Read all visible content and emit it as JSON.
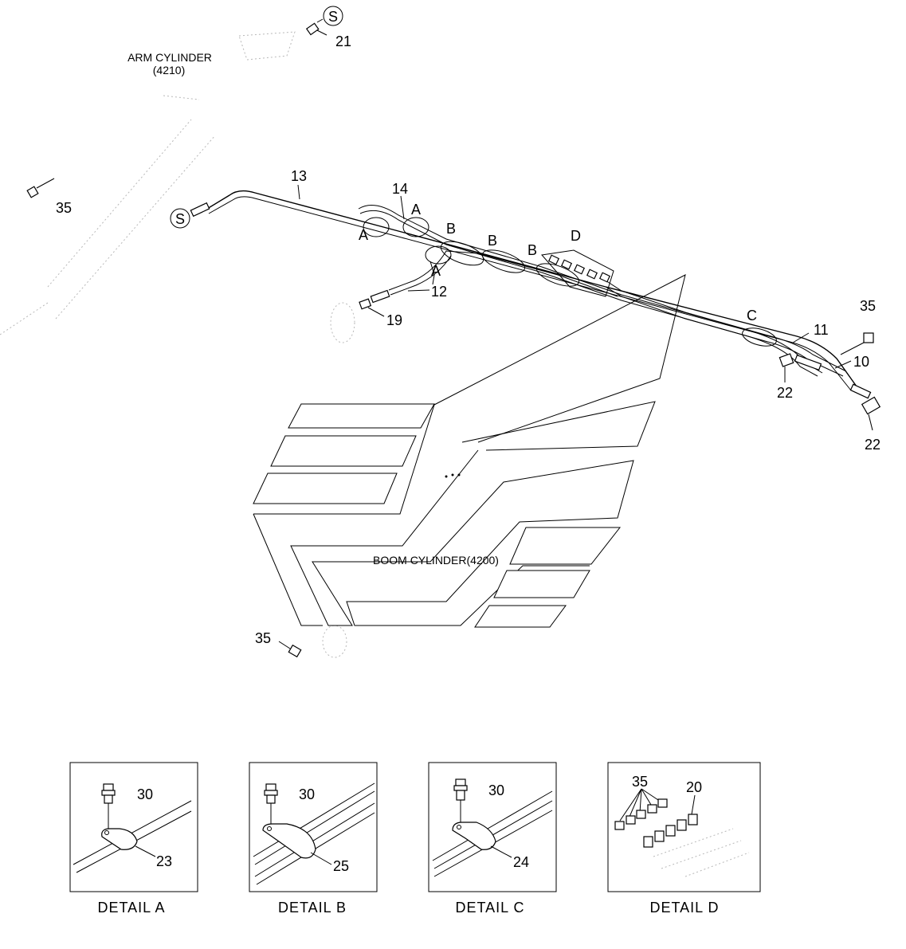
{
  "labels": {
    "arm_cylinder": "ARM CYLINDER",
    "arm_cylinder_code": "(4210)",
    "boom_cylinder": "BOOM CYLINDER(4200)"
  },
  "symbols": {
    "s": "S"
  },
  "part_numbers": {
    "p21": "21",
    "p35_left": "35",
    "p13": "13",
    "p14": "14",
    "p12": "12",
    "p19": "19",
    "p35_right": "35",
    "p11": "11",
    "p10": "10",
    "p22_upper": "22",
    "p22_lower": "22",
    "p35_bottom": "35"
  },
  "callouts": {
    "a1": "A",
    "a2": "A",
    "a3": "A",
    "b1": "B",
    "b2": "B",
    "b3": "B",
    "c1": "C",
    "d1": "D"
  },
  "details": {
    "a": {
      "title": "DETAIL  A",
      "bolt": "30",
      "clamp": "23"
    },
    "b": {
      "title": "DETAIL  B",
      "bolt": "30",
      "clamp": "25"
    },
    "c": {
      "title": "DETAIL  C",
      "bolt": "30",
      "clamp": "24"
    },
    "d": {
      "title": "DETAIL  D",
      "plug": "35",
      "fitting": "20"
    }
  }
}
